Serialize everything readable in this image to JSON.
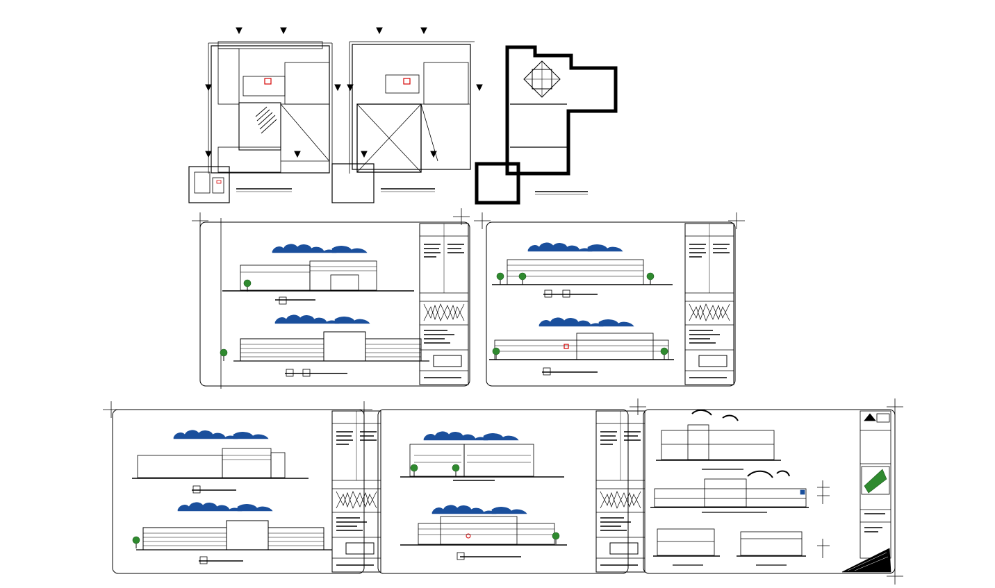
{
  "drawing": {
    "plans": [
      {
        "name": "ground-floor-plan",
        "caption": ""
      },
      {
        "name": "upper-floor-plan",
        "caption": ""
      },
      {
        "name": "roof-plan",
        "caption": ""
      }
    ],
    "sheets": [
      {
        "name": "elevation-sheet-1",
        "views": 2
      },
      {
        "name": "elevation-sheet-2",
        "views": 2
      },
      {
        "name": "elevation-sheet-3",
        "views": 2
      },
      {
        "name": "elevation-sheet-4",
        "views": 2
      },
      {
        "name": "section-sheet",
        "views": 4
      }
    ],
    "colors": {
      "line": "#000000",
      "cloud": "#1a4f9c",
      "accent_red": "#d40000",
      "tree_green": "#2f8a2f",
      "paper": "#ffffff"
    }
  }
}
